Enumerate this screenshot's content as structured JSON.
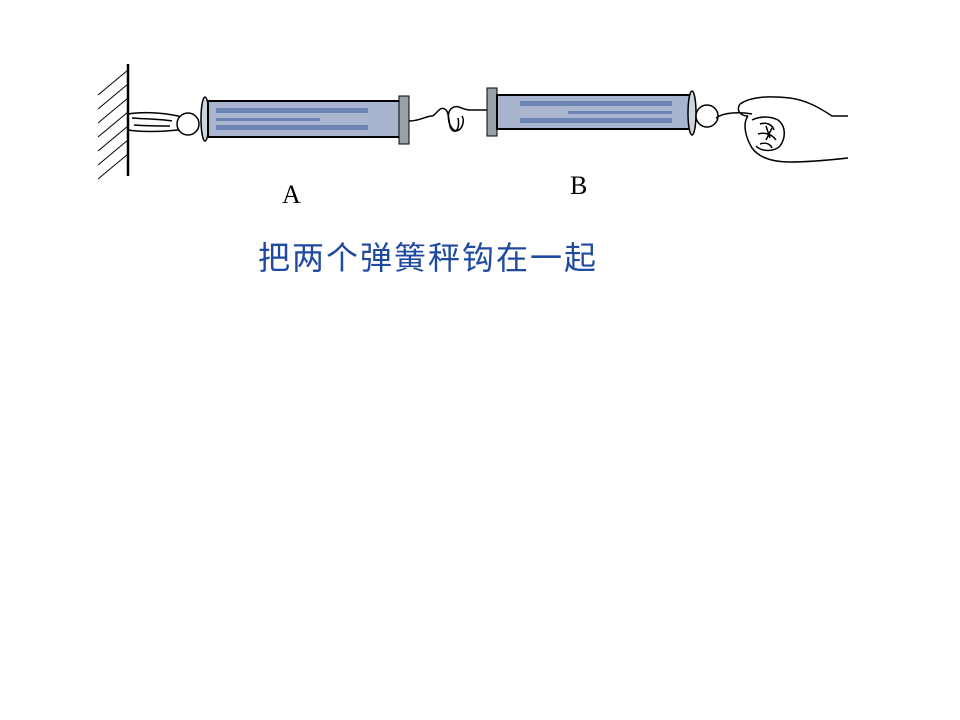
{
  "diagram": {
    "spring_a_label": "A",
    "spring_b_label": "B",
    "caption": "把两个弹簧秤钩在一起",
    "colors": {
      "caption": "#1f4aa0",
      "spring_body": "#a9b5cf",
      "spring_stripe": "#6b84b4",
      "endcap": "#9a9fa8",
      "outline": "#000000"
    },
    "icons": [
      "wall-hatch-icon",
      "finger-icon",
      "hook-ring-icon",
      "hand-icon"
    ]
  }
}
